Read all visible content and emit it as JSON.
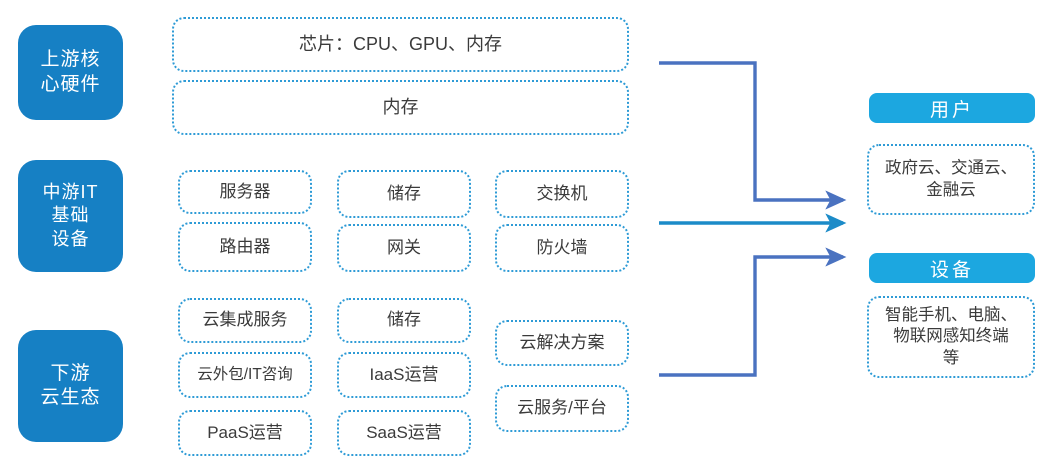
{
  "diagram": {
    "title_text": "",
    "colors": {
      "tier_blue": "#1680C4",
      "pill_blue": "#1CA7E0",
      "dotted_border": "#2E9BD6",
      "arrow_bright": "#1C8BC8",
      "arrow_muted": "#4A72C0",
      "text_dark": "#3b3b3b"
    },
    "tiers": [
      {
        "id": "upstream",
        "label": "上游核\n心硬件"
      },
      {
        "id": "midstream",
        "label": "中游IT\n基础\n设备"
      },
      {
        "id": "downstream",
        "label": "下游\n云生态"
      }
    ],
    "upstream_boxes": [
      {
        "label": "芯片：CPU、GPU、内存"
      },
      {
        "label": "内存"
      }
    ],
    "midstream_boxes": {
      "col1": [
        {
          "label": "服务器"
        },
        {
          "label": "路由器"
        }
      ],
      "col2": [
        {
          "label": "储存"
        },
        {
          "label": "网关"
        }
      ],
      "col3": [
        {
          "label": "交换机"
        },
        {
          "label": "防火墙"
        }
      ]
    },
    "downstream_boxes": {
      "col1": [
        {
          "label": "云集成服务"
        },
        {
          "label": "云外包/IT咨询"
        },
        {
          "label": "PaaS运营"
        }
      ],
      "col2": [
        {
          "label": "储存"
        },
        {
          "label": "IaaS运营"
        },
        {
          "label": "SaaS运营"
        }
      ],
      "col3": [
        {
          "label": "云解决方案"
        },
        {
          "label": "云服务/平台"
        }
      ]
    },
    "right_panels": [
      {
        "id": "users",
        "header": "用户",
        "body": "政府云、交通云、\n金融云"
      },
      {
        "id": "devices",
        "header": "设备",
        "body": "智能手机、电脑、\n物联网感知终端\n等"
      }
    ],
    "connectors": [
      {
        "id": "upstream-to-users",
        "style": "elbow-down-right",
        "color": "#4A72C0"
      },
      {
        "id": "midstream-to-users",
        "style": "straight-right",
        "color": "#1C8BC8"
      },
      {
        "id": "downstream-to-devices",
        "style": "elbow-up-right",
        "color": "#4A72C0"
      }
    ]
  }
}
